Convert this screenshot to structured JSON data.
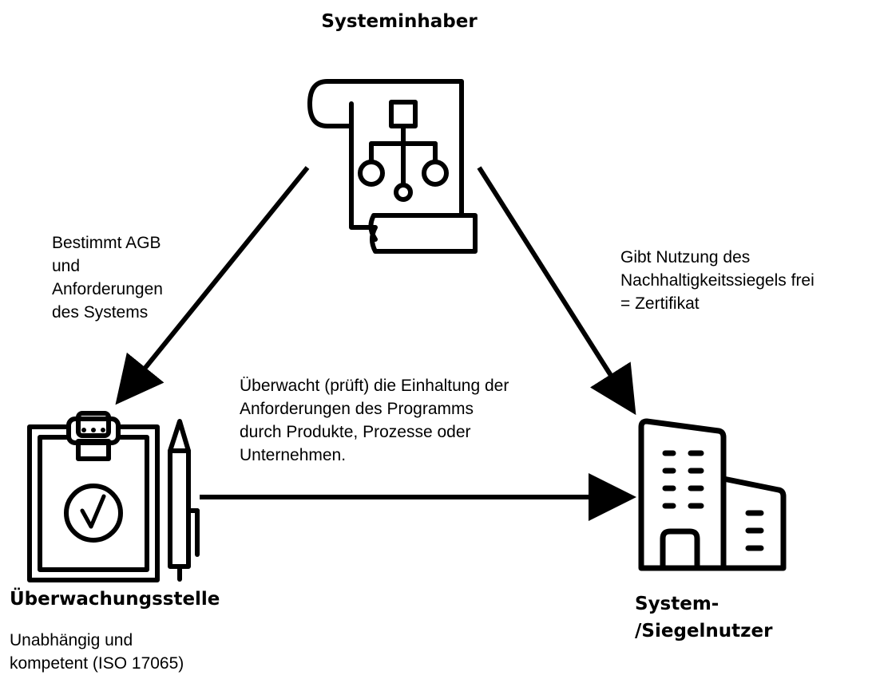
{
  "nodes": {
    "owner": {
      "title": "Systeminhaber",
      "icon": "scroll-network-icon"
    },
    "monitor": {
      "title": "Überwachungsstelle",
      "subtitle": "Unabhängig und\nkompetent (ISO 17065)",
      "icon": "clipboard-check-icon"
    },
    "user": {
      "title": "System-\n/Siegelnutzer",
      "icon": "office-building-icon"
    }
  },
  "edges": {
    "owner_to_monitor": "Bestimmt AGB\nund\nAnforderungen\ndes Systems",
    "owner_to_user": "Gibt Nutzung des\nNachhaltigkeitssiegels frei\n= Zertifikat",
    "monitor_to_user": "Überwacht (prüft) die Einhaltung der\nAnforderungen des Programms\ndurch Produkte, Prozesse oder\nUnternehmen."
  },
  "colors": {
    "stroke": "#000000",
    "background": "#ffffff"
  }
}
